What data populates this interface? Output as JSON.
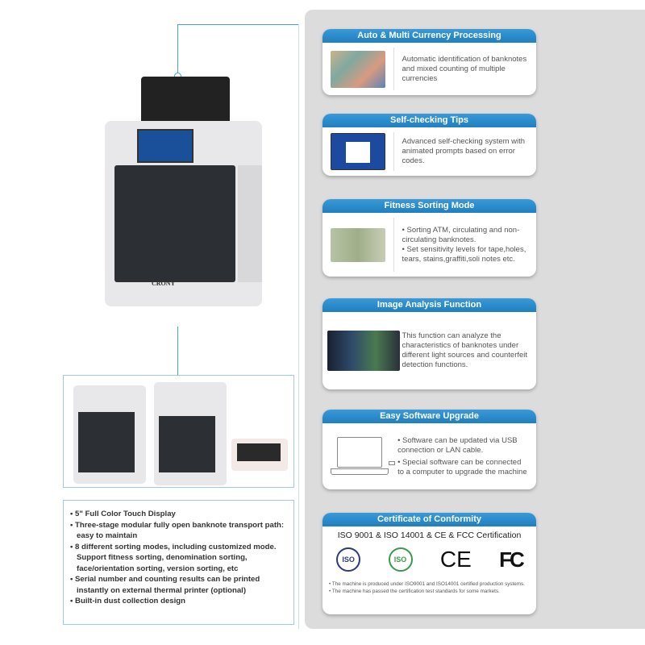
{
  "brand": "CRONY",
  "features": [
    "• 5\" Full Color Touch Display",
    "• Three-stage modular fully open banknote transport path: easy to maintain",
    "• 8 different sorting modes, including customized mode. Support fitness sorting, denomination sorting, face/orientation sorting, version sorting, etc",
    "• Serial number and counting results can be printed instantly on external thermal printer (optional)",
    "• Built-in dust collection design"
  ],
  "cards": [
    {
      "title": "Auto & Multi Currency Processing",
      "text": "Automatic identification of banknotes and mixed counting of multiple currencies"
    },
    {
      "title": "Self-checking Tips",
      "text": "Advanced self-checking system with animated prompts based on error codes."
    },
    {
      "title": "Fitness Sorting Mode",
      "bullets": [
        "• Sorting ATM, circulating and non-circulating banknotes.",
        "• Set sensitivity levels for tape,holes, tears, stains,graffiti,soli notes etc."
      ]
    },
    {
      "title": "Image Analysis Function",
      "text": "This function can analyze the characteristics of banknotes under different light sources and counterfeit detection functions."
    },
    {
      "title": "Easy Software Upgrade",
      "bullets": [
        "• Software can be updated via USB connection or LAN cable.",
        "• Special software can be connected to a computer to upgrade the machine"
      ]
    },
    {
      "title": "Certificate of Conformity",
      "subtitle": "ISO 9001 & ISO 14001 & CE & FCC Certification",
      "logos": [
        "ISO 9001",
        "ISO 14001",
        "CE",
        "FC"
      ],
      "notes": [
        "• The machine is produced under ISO9001 and ISO14001 certified production systems.",
        "• The machine has passed the certification test standards for some markets."
      ]
    }
  ],
  "colors": {
    "accent": "#2a8fcc",
    "panel": "#dcdcdc"
  }
}
